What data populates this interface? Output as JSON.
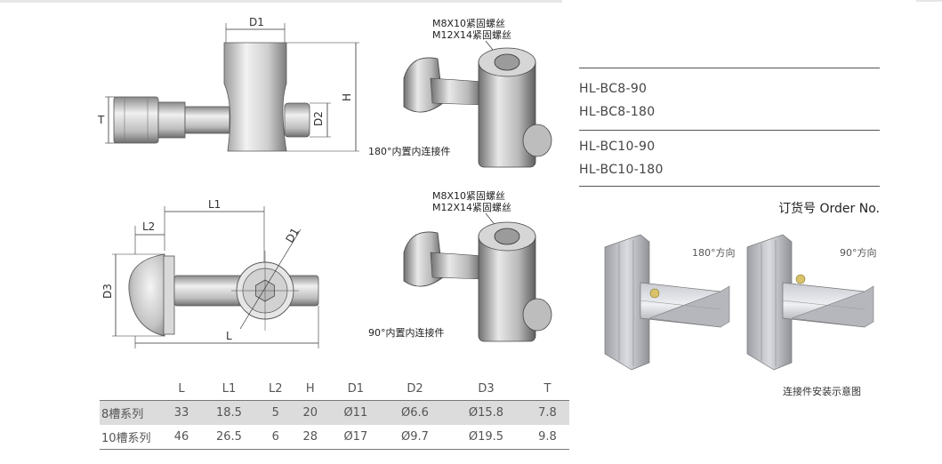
{
  "drawing_top": {
    "dim_d1": "D1",
    "dim_h": "H",
    "dim_t": "T",
    "dim_d2": "D2"
  },
  "drawing_bottom": {
    "dim_l1": "L1",
    "dim_l2": "L2",
    "dim_d3": "D3",
    "dim_d1": "D1",
    "dim_l": "L"
  },
  "photo_180": {
    "screw_line1": "M8X10紧固螺丝",
    "screw_line2": "M12X14紧固螺丝",
    "caption": "180°内置内连接件"
  },
  "photo_90": {
    "screw_line1": "M8X10紧固螺丝",
    "screw_line2": "M12X14紧固螺丝",
    "caption": "90°内置内连接件"
  },
  "order_codes": [
    "HL-BC8-90",
    "HL-BC8-180",
    "HL-BC10-90",
    "HL-BC10-180"
  ],
  "order_label": "订货号 Order No.",
  "install": {
    "label_180": "180°方向",
    "label_90": "90°方向",
    "caption": "连接件安装示意图"
  },
  "spec_table": {
    "headers": [
      "",
      "L",
      "L1",
      "L2",
      "H",
      "D1",
      "D2",
      "D3",
      "T"
    ],
    "rows": [
      [
        "8槽系列",
        "33",
        "18.5",
        "5",
        "20",
        "Ø11",
        "Ø6.6",
        "Ø15.8",
        "7.8"
      ],
      [
        "10槽系列",
        "46",
        "26.5",
        "6",
        "28",
        "Ø17",
        "Ø9.7",
        "Ø19.5",
        "9.8"
      ]
    ]
  }
}
